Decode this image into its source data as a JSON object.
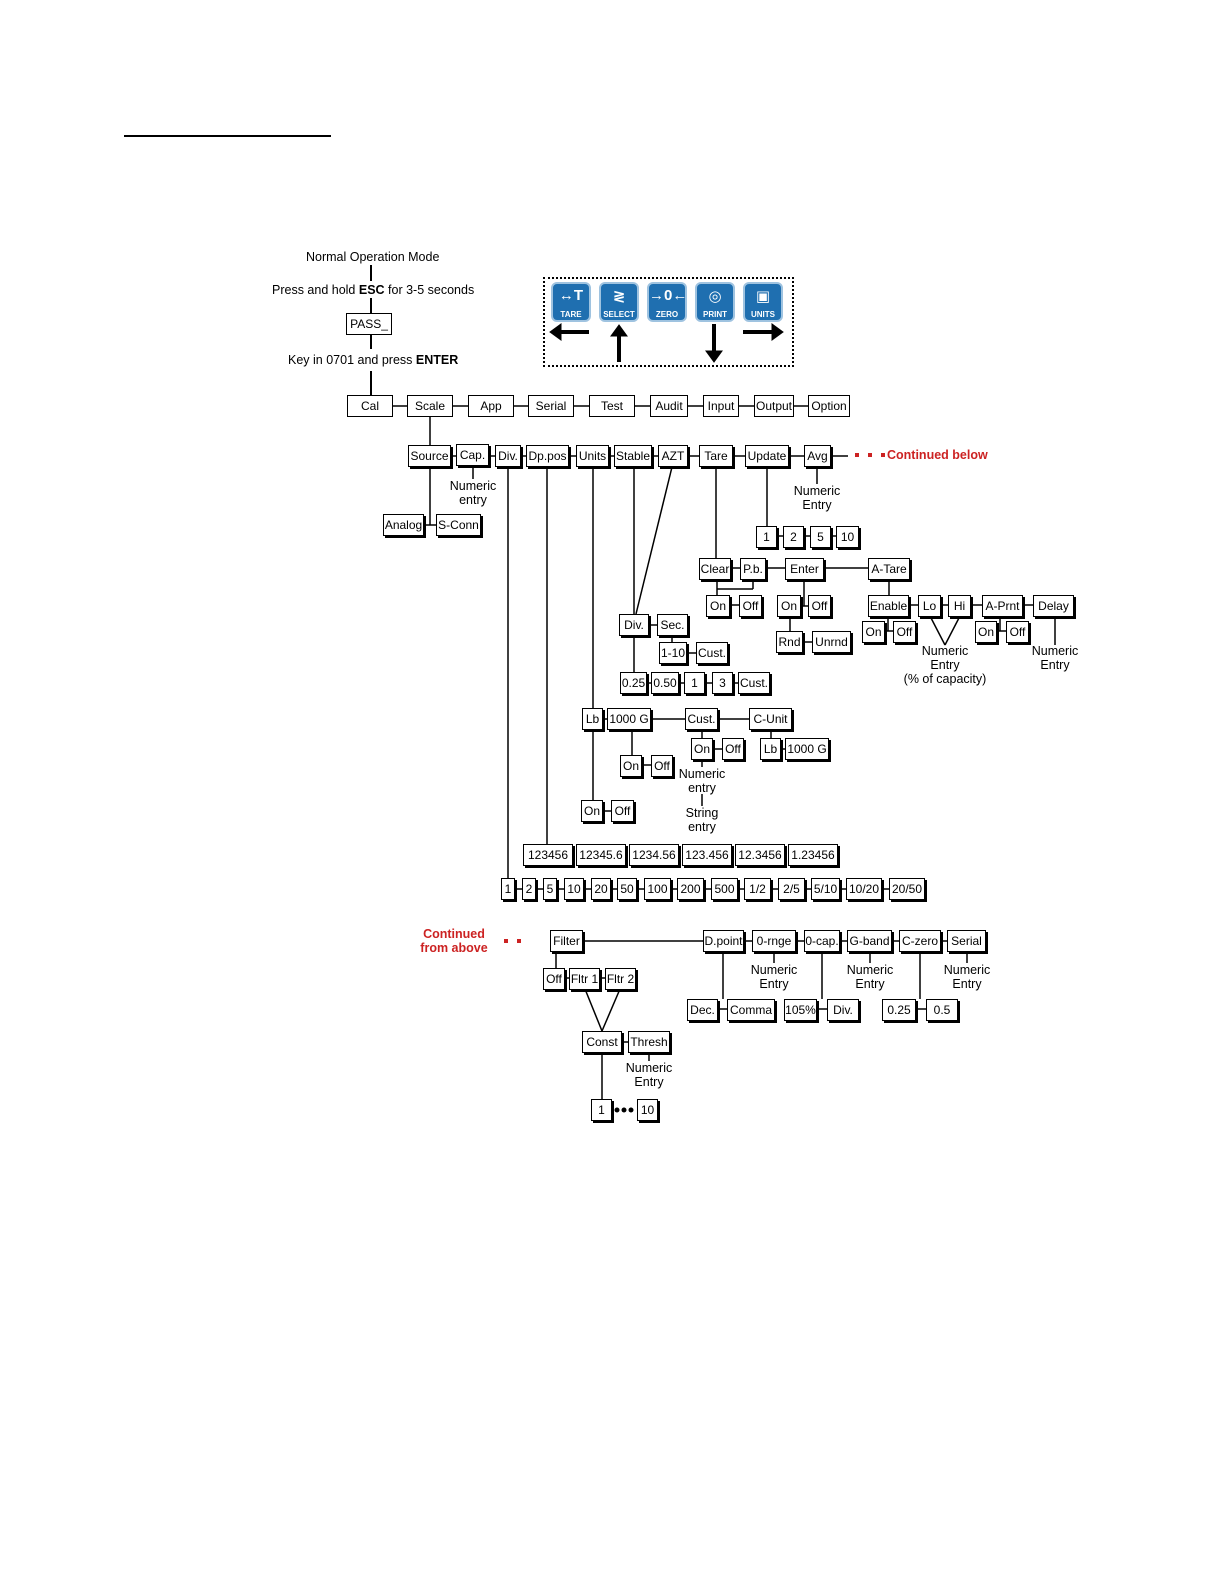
{
  "header": {
    "mode": "Normal Operation Mode",
    "press_pre": "Press and hold ",
    "press_key": "ESC",
    "press_post": " for 3-5 seconds",
    "pass": "PASS_",
    "key_pre": "Key in 0701 and press ",
    "key_key": "ENTER"
  },
  "keys": [
    {
      "label": "TARE",
      "icon": "tare-icon"
    },
    {
      "label": "SELECT",
      "icon": "select-icon"
    },
    {
      "label": "ZERO",
      "icon": "zero-icon"
    },
    {
      "label": "PRINT",
      "icon": "print-icon"
    },
    {
      "label": "UNITS",
      "icon": "units-icon"
    }
  ],
  "top_menu": [
    "Cal",
    "Scale",
    "App",
    "Serial",
    "Test",
    "Audit",
    "Input",
    "Output",
    "Option"
  ],
  "scale_menu": [
    "Source",
    "Cap.",
    "Div.",
    "Dp.pos",
    "Units",
    "Stable",
    "AZT",
    "Tare",
    "Update",
    "Avg"
  ],
  "continued_below": "Continued below",
  "continued_above": [
    "Continued",
    "from above"
  ],
  "source_opts": [
    "Analog",
    "S-Conn"
  ],
  "numeric_entry_lower": [
    "Numeric",
    "entry"
  ],
  "numeric_entry": [
    "Numeric",
    "Entry"
  ],
  "string_entry": [
    "String",
    "entry"
  ],
  "capacity_note": "(% of capacity)",
  "update_opts": [
    "1",
    "2",
    "5",
    "10"
  ],
  "tare_menu": [
    "Clear",
    "P.b.",
    "Enter",
    "A-Tare"
  ],
  "atare_menu": [
    "Enable",
    "Lo",
    "Hi",
    "A-Prnt",
    "Delay"
  ],
  "on": "On",
  "off": "Off",
  "rnd": "Rnd",
  "unrnd": "Unrnd",
  "stable_menu": [
    "Div.",
    "Sec."
  ],
  "sec_opts": [
    "1-10",
    "Cust."
  ],
  "div_opts": [
    "0.25",
    "0.50",
    "1",
    "3",
    "Cust."
  ],
  "units_menu": [
    "Lb",
    "1000 G",
    "Cust.",
    "C-Unit"
  ],
  "cunit_opts": [
    "Lb",
    "1000 G"
  ],
  "dppos_opts": [
    "123456",
    "12345.6",
    "1234.56",
    "123.456",
    "12.3456",
    "1.23456"
  ],
  "divisions": [
    "1",
    "2",
    "5",
    "10",
    "20",
    "50",
    "100",
    "200",
    "500",
    "1/2",
    "2/5",
    "5/10",
    "10/20",
    "20/50"
  ],
  "avg_menu": [
    "Filter",
    "D.point",
    "0-rnge",
    "0-cap.",
    "G-band",
    "C-zero",
    "Serial"
  ],
  "filter_opts": [
    "Off",
    "Fltr 1",
    "Fltr 2"
  ],
  "fltr_menu": [
    "Const",
    "Thresh"
  ],
  "const_opts": [
    "1",
    "10"
  ],
  "dpoint_opts": [
    "Dec.",
    "Comma"
  ],
  "zcap_opts": [
    "105%",
    "Div."
  ],
  "czero_opts": [
    "0.25",
    "0.5"
  ]
}
